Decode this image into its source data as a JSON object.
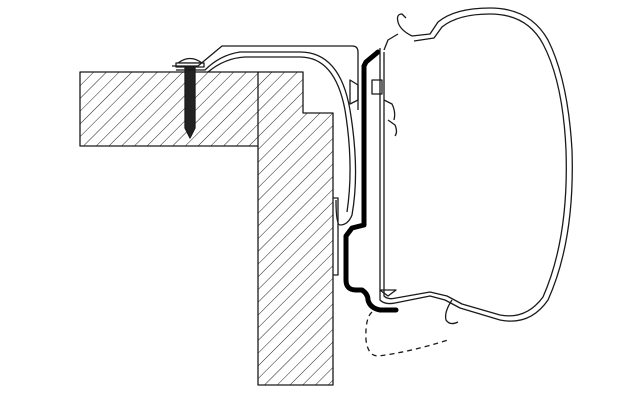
{
  "diagram": {
    "type": "technical-cross-section",
    "colors": {
      "line": "#1a1a1a",
      "background": "#ffffff",
      "bracket": "#000000"
    },
    "parts": [
      "wall-section",
      "roof-section",
      "screw",
      "mounting-rail",
      "adapter-bracket",
      "awning-cassette",
      "dashed-outline"
    ]
  }
}
